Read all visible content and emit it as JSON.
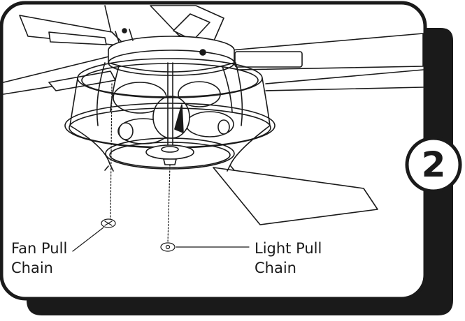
{
  "labels": {
    "fan_pull_chain": [
      "Fan Pull",
      "Chain"
    ],
    "light_pull_chain": [
      "Light Pull",
      "Chain"
    ]
  },
  "step": {
    "number": "2"
  },
  "colors": {
    "frame": "#1a1a1a",
    "background": "#ffffff",
    "line": "#1a1a1a"
  }
}
